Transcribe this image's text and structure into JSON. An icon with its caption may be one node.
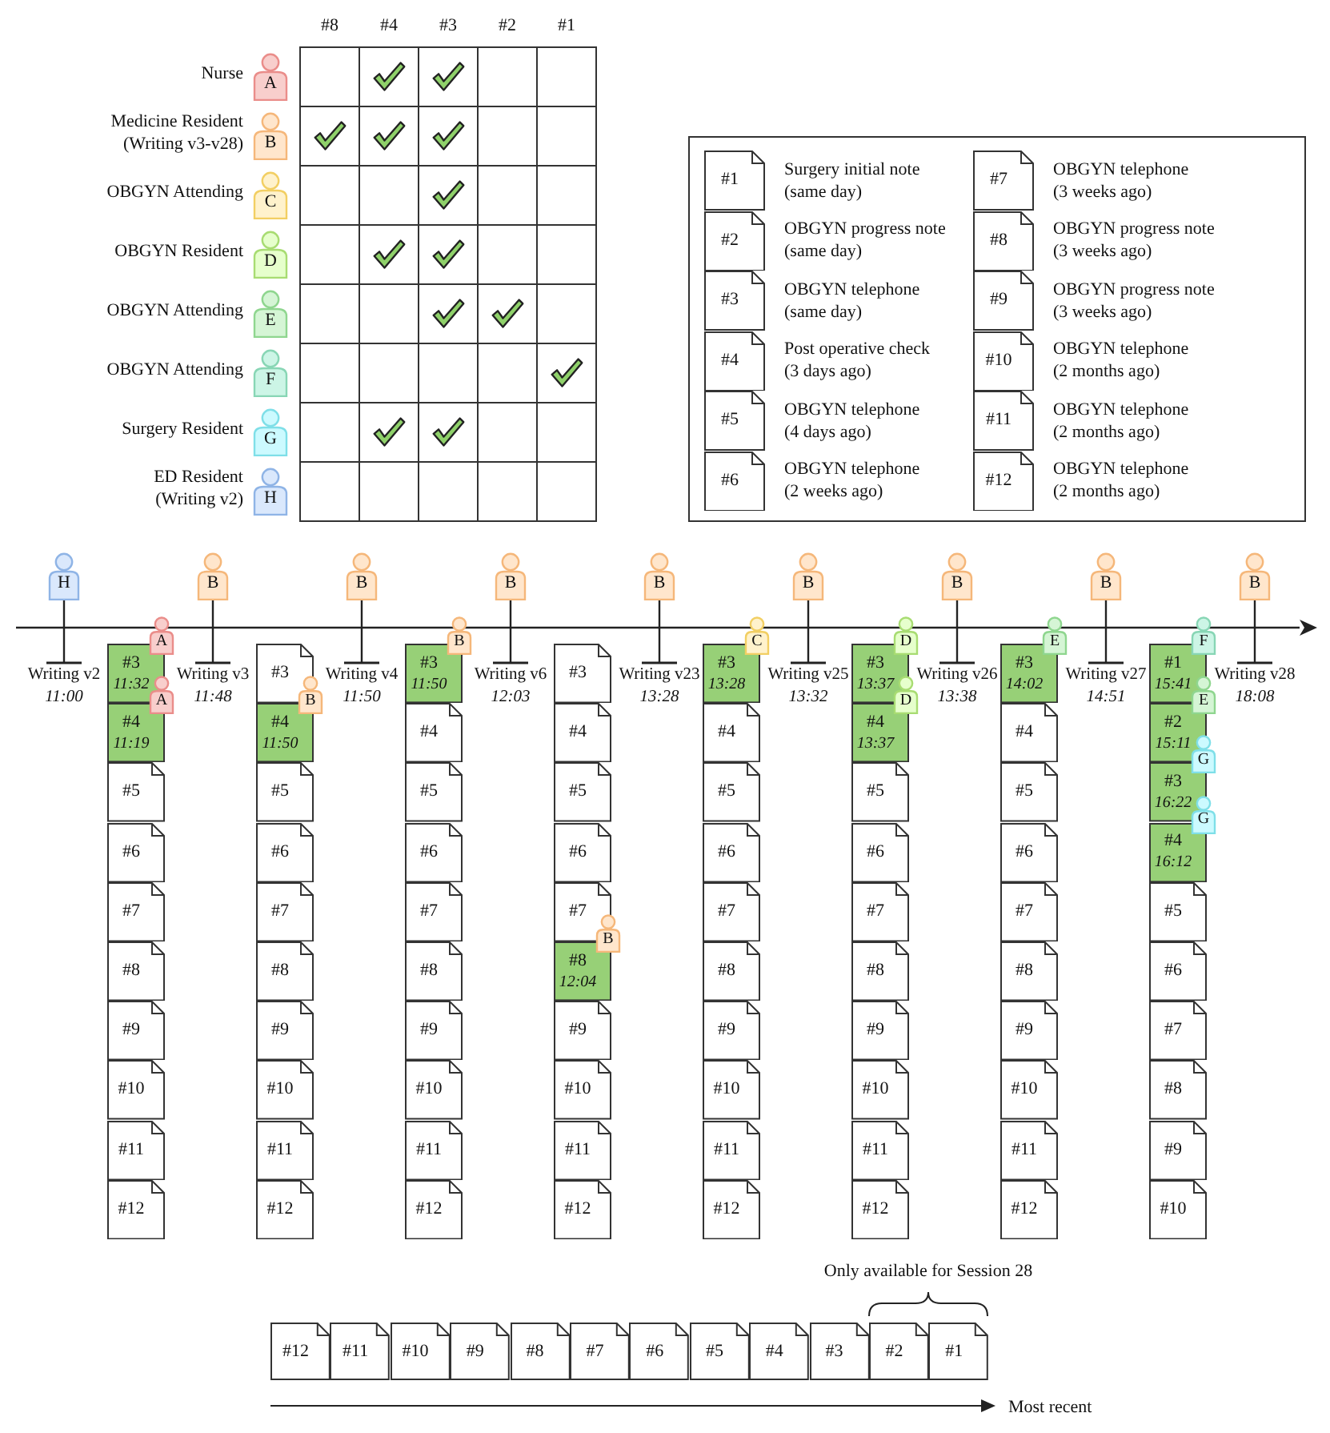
{
  "diagram": {
    "nodes": [
      {
        "text": [
          "A"
        ],
        "beside": [
          "Nurse"
        ]
      },
      {
        "text": [
          "B"
        ],
        "beside": [
          "Medicine Resident (Writing v3-v28)"
        ]
      },
      {
        "text": [
          "C"
        ],
        "beside": [
          "OBGYN Attending"
        ]
      },
      {
        "text": [
          "D"
        ],
        "beside": [
          "OBGYN Resident"
        ]
      },
      {
        "text": [
          "E"
        ],
        "beside": [
          "OBGYN Attending"
        ]
      },
      {
        "text": [
          "F"
        ],
        "beside": [
          "OBGYN Attending"
        ]
      },
      {
        "text": [
          "G"
        ],
        "beside": [
          "Surgery Resident"
        ]
      },
      {
        "text": [
          "H"
        ],
        "beside": [
          "ED Resident (Writing v2)"
        ]
      },
      {
        "text": [
          "#1"
        ],
        "beside": [
          "Surgery initial note",
          "(same day)"
        ]
      },
      {
        "text": [
          "#2"
        ],
        "beside": [
          "OBGYN progress note",
          "(same day)"
        ]
      },
      {
        "text": [
          "#3"
        ],
        "beside": [
          "OBGYN telephone",
          "(same day)"
        ]
      },
      {
        "text": [
          "#4"
        ],
        "beside": [
          "Post operative check",
          "(3 days ago)"
        ]
      },
      {
        "text": [
          "#5"
        ],
        "beside": [
          "OBGYN telephone",
          "(4 days ago)"
        ]
      },
      {
        "text": [
          "#6"
        ],
        "beside": [
          "OBGYN telephone",
          "(2 weeks ago)"
        ]
      },
      {
        "text": [
          "#7"
        ],
        "beside": [
          "OBGYN telephone",
          "(3 weeks ago)"
        ]
      },
      {
        "text": [
          "#8"
        ],
        "beside": [
          "OBGYN progress note",
          "(3 weeks ago)"
        ]
      },
      {
        "text": [
          "#9"
        ],
        "beside": [
          "OBGYN progress note",
          "(3 weeks ago)"
        ]
      },
      {
        "text": [
          "#10"
        ],
        "beside": [
          "OBGYN telephone",
          "(2 months ago)"
        ]
      },
      {
        "text": [
          "#11"
        ],
        "beside": [
          "OBGYN telephone",
          "(2 months ago)"
        ]
      },
      {
        "text": [
          "#12"
        ],
        "beside": [
          "OBGYN telephone",
          "(2 months ago)"
        ]
      },
      {
        "text": [
          "H"
        ]
      },
      {
        "text": [
          "Writing v2",
          "11:00"
        ]
      },
      {
        "text": [
          "#3",
          "11:32"
        ]
      },
      {
        "text": [
          "#4",
          "11:19"
        ]
      },
      {
        "text": [
          "#5"
        ]
      },
      {
        "text": [
          "#6"
        ]
      },
      {
        "text": [
          "#7"
        ]
      },
      {
        "text": [
          "#8"
        ]
      },
      {
        "text": [
          "#9"
        ]
      },
      {
        "text": [
          "#10"
        ]
      },
      {
        "text": [
          "#11"
        ]
      },
      {
        "text": [
          "#12"
        ]
      },
      {
        "text": [
          "A"
        ]
      },
      {
        "text": [
          "A"
        ]
      },
      {
        "text": [
          "B"
        ]
      },
      {
        "text": [
          "Writing v3",
          "11:48"
        ]
      },
      {
        "text": [
          "#3"
        ]
      },
      {
        "text": [
          "#4",
          "11:50"
        ]
      },
      {
        "text": [
          "#5"
        ]
      },
      {
        "text": [
          "#6"
        ]
      },
      {
        "text": [
          "#7"
        ]
      },
      {
        "text": [
          "#8"
        ]
      },
      {
        "text": [
          "#9"
        ]
      },
      {
        "text": [
          "#10"
        ]
      },
      {
        "text": [
          "#11"
        ]
      },
      {
        "text": [
          "#12"
        ]
      },
      {
        "text": [
          "B"
        ]
      },
      {
        "text": [
          "B"
        ]
      },
      {
        "text": [
          "Writing v4",
          "11:50"
        ]
      },
      {
        "text": [
          "#3",
          "11:50"
        ]
      },
      {
        "text": [
          "#4"
        ]
      },
      {
        "text": [
          "#5"
        ]
      },
      {
        "text": [
          "#6"
        ]
      },
      {
        "text": [
          "#7"
        ]
      },
      {
        "text": [
          "#8"
        ]
      },
      {
        "text": [
          "#9"
        ]
      },
      {
        "text": [
          "#10"
        ]
      },
      {
        "text": [
          "#11"
        ]
      },
      {
        "text": [
          "#12"
        ]
      },
      {
        "text": [
          "B"
        ]
      },
      {
        "text": [
          "B"
        ]
      },
      {
        "text": [
          "Writing v6",
          "12:03"
        ]
      },
      {
        "text": [
          "#3"
        ]
      },
      {
        "text": [
          "#4"
        ]
      },
      {
        "text": [
          "#5"
        ]
      },
      {
        "text": [
          "#6"
        ]
      },
      {
        "text": [
          "#7"
        ]
      },
      {
        "text": [
          "#8",
          "12:04"
        ]
      },
      {
        "text": [
          "#9"
        ]
      },
      {
        "text": [
          "#10"
        ]
      },
      {
        "text": [
          "#11"
        ]
      },
      {
        "text": [
          "#12"
        ]
      },
      {
        "text": [
          "B"
        ]
      },
      {
        "text": [
          "B"
        ]
      },
      {
        "text": [
          "Writing v23",
          "13:28"
        ]
      },
      {
        "text": [
          "#3",
          "13:28"
        ]
      },
      {
        "text": [
          "#4"
        ]
      },
      {
        "text": [
          "#5"
        ]
      },
      {
        "text": [
          "#6"
        ]
      },
      {
        "text": [
          "#7"
        ]
      },
      {
        "text": [
          "#8"
        ]
      },
      {
        "text": [
          "#9"
        ]
      },
      {
        "text": [
          "#10"
        ]
      },
      {
        "text": [
          "#11"
        ]
      },
      {
        "text": [
          "#12"
        ]
      },
      {
        "text": [
          "C"
        ]
      },
      {
        "text": [
          "B"
        ]
      },
      {
        "text": [
          "Writing v25",
          "13:32"
        ]
      },
      {
        "text": [
          "#3",
          "13:37"
        ]
      },
      {
        "text": [
          "#4",
          "13:37"
        ]
      },
      {
        "text": [
          "#5"
        ]
      },
      {
        "text": [
          "#6"
        ]
      },
      {
        "text": [
          "#7"
        ]
      },
      {
        "text": [
          "#8"
        ]
      },
      {
        "text": [
          "#9"
        ]
      },
      {
        "text": [
          "#10"
        ]
      },
      {
        "text": [
          "#11"
        ]
      },
      {
        "text": [
          "#12"
        ]
      },
      {
        "text": [
          "D"
        ]
      },
      {
        "text": [
          "D"
        ]
      },
      {
        "text": [
          "B"
        ]
      },
      {
        "text": [
          "Writing v26",
          "13:38"
        ]
      },
      {
        "text": [
          "#3",
          "14:02"
        ]
      },
      {
        "text": [
          "#4"
        ]
      },
      {
        "text": [
          "#5"
        ]
      },
      {
        "text": [
          "#6"
        ]
      },
      {
        "text": [
          "#7"
        ]
      },
      {
        "text": [
          "#8"
        ]
      },
      {
        "text": [
          "#9"
        ]
      },
      {
        "text": [
          "#10"
        ]
      },
      {
        "text": [
          "#11"
        ]
      },
      {
        "text": [
          "#12"
        ]
      },
      {
        "text": [
          "E"
        ]
      },
      {
        "text": [
          "B"
        ]
      },
      {
        "text": [
          "Writing v27",
          "14:51"
        ]
      },
      {
        "text": [
          "#1",
          "15:41"
        ]
      },
      {
        "text": [
          "#2",
          "15:11"
        ]
      },
      {
        "text": [
          "#3",
          "16:22"
        ]
      },
      {
        "text": [
          "#4",
          "16:12"
        ]
      },
      {
        "text": [
          "#5"
        ]
      },
      {
        "text": [
          "#6"
        ]
      },
      {
        "text": [
          "#7"
        ]
      },
      {
        "text": [
          "#8"
        ]
      },
      {
        "text": [
          "#9"
        ]
      },
      {
        "text": [
          "#10"
        ]
      },
      {
        "text": [
          "F"
        ]
      },
      {
        "text": [
          "E"
        ]
      },
      {
        "text": [
          "G"
        ]
      },
      {
        "text": [
          "G"
        ]
      },
      {
        "text": [
          "B"
        ]
      },
      {
        "text": [
          "Writing v28",
          "18:08"
        ]
      },
      {
        "text": [
          "#12"
        ]
      },
      {
        "text": [
          "#11"
        ]
      },
      {
        "text": [
          "#10"
        ]
      },
      {
        "text": [
          "#9"
        ]
      },
      {
        "text": [
          "#8"
        ]
      },
      {
        "text": [
          "#7"
        ]
      },
      {
        "text": [
          "#6"
        ]
      },
      {
        "text": [
          "#5"
        ]
      },
      {
        "text": [
          "#4"
        ]
      },
      {
        "text": [
          "#3"
        ]
      },
      {
        "text": [
          "#2"
        ]
      },
      {
        "text": [
          "#1"
        ]
      }
    ],
    "edges": [
      {
        "from": 20,
        "to": 21,
        "arrow": "other"
      },
      {
        "from": 34,
        "to": 35,
        "arrow": "other"
      },
      {
        "from": 47,
        "to": 48,
        "arrow": "other"
      },
      {
        "from": 60,
        "to": 61,
        "arrow": "other"
      },
      {
        "from": 73,
        "to": 74,
        "arrow": "other"
      },
      {
        "from": 86,
        "to": 87,
        "arrow": "other"
      },
      {
        "from": 100,
        "to": 101,
        "arrow": "other"
      },
      {
        "from": 113,
        "to": 114,
        "arrow": "other"
      },
      {
        "from": 129,
        "to": 130,
        "arrow": "other"
      }
    ],
    "labels": [
      "#8",
      "#4",
      "#3",
      "#2",
      "#1",
      "Only available for Session 28",
      "Most recent"
    ]
  }
}
